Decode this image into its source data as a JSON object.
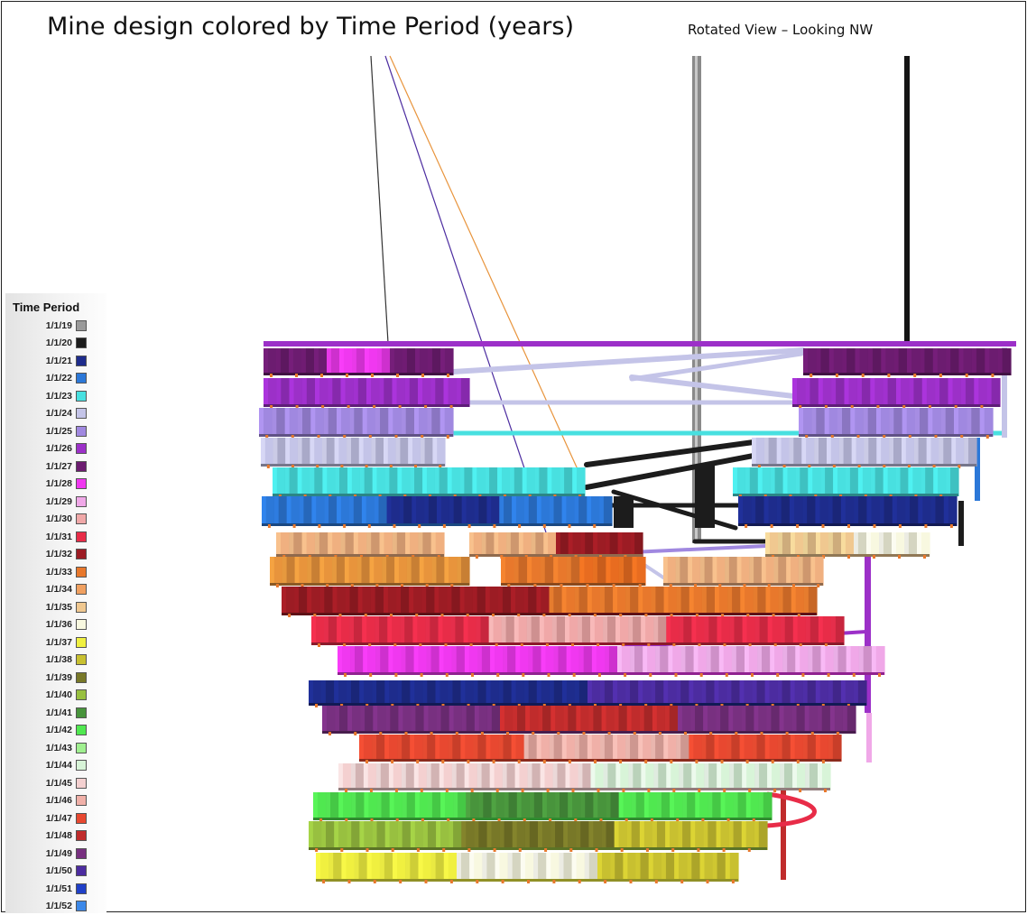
{
  "title": "Mine design colored by Time Period (years)",
  "subtitle": "Rotated View – Looking NW",
  "legend": {
    "title": "Time Period",
    "items": [
      {
        "label": "1/1/19",
        "color": "#9a9a9a"
      },
      {
        "label": "1/1/20",
        "color": "#1c1c1c"
      },
      {
        "label": "1/1/21",
        "color": "#1e2c8c"
      },
      {
        "label": "1/1/22",
        "color": "#2c78d8"
      },
      {
        "label": "1/1/23",
        "color": "#48e0e0"
      },
      {
        "label": "1/1/24",
        "color": "#c4c4e8"
      },
      {
        "label": "1/1/25",
        "color": "#a088e0"
      },
      {
        "label": "1/1/26",
        "color": "#9c30c8"
      },
      {
        "label": "1/1/27",
        "color": "#6c1c70"
      },
      {
        "label": "1/1/28",
        "color": "#f038f0"
      },
      {
        "label": "1/1/29",
        "color": "#f0a8e8"
      },
      {
        "label": "1/1/30",
        "color": "#f0a8a8"
      },
      {
        "label": "1/1/31",
        "color": "#e82c48"
      },
      {
        "label": "1/1/32",
        "color": "#9c1c24"
      },
      {
        "label": "1/1/33",
        "color": "#e8782c"
      },
      {
        "label": "1/1/34",
        "color": "#f0a060"
      },
      {
        "label": "1/1/35",
        "color": "#f0c890"
      },
      {
        "label": "1/1/36",
        "color": "#f8f8e0"
      },
      {
        "label": "1/1/37",
        "color": "#f0f040"
      },
      {
        "label": "1/1/38",
        "color": "#c8c030"
      },
      {
        "label": "1/1/39",
        "color": "#787828"
      },
      {
        "label": "1/1/40",
        "color": "#98c040"
      },
      {
        "label": "1/1/41",
        "color": "#48943c"
      },
      {
        "label": "1/1/42",
        "color": "#50e850"
      },
      {
        "label": "1/1/43",
        "color": "#a0f090"
      },
      {
        "label": "1/1/44",
        "color": "#d8f4d8"
      },
      {
        "label": "1/1/45",
        "color": "#f4d0d0"
      },
      {
        "label": "1/1/46",
        "color": "#f0b0a8"
      },
      {
        "label": "1/1/47",
        "color": "#e84830"
      },
      {
        "label": "1/1/48",
        "color": "#c02c2c"
      },
      {
        "label": "1/1/49",
        "color": "#783080"
      },
      {
        "label": "1/1/50",
        "color": "#4c2ca0"
      },
      {
        "label": "1/1/51",
        "color": "#2040c8"
      },
      {
        "label": "1/1/52",
        "color": "#3c88e8"
      }
    ]
  },
  "levels": [
    {
      "segments": [
        {
          "c": [
            "#6c1c70",
            "#f038f0",
            "#6c1c70"
          ]
        },
        {
          "c": [
            "#6c1c70"
          ]
        }
      ]
    },
    {
      "segments": [
        {
          "c": [
            "#9c30c8"
          ]
        },
        {
          "c": [
            "#9c30c8"
          ]
        }
      ]
    },
    {
      "segments": [
        {
          "c": [
            "#a088e0"
          ]
        },
        {
          "c": [
            "#a088e0"
          ]
        }
      ]
    },
    {
      "segments": [
        {
          "c": [
            "#c4c4e8"
          ]
        },
        {
          "c": [
            "#c4c4e8"
          ]
        }
      ]
    },
    {
      "segments": [
        {
          "c": [
            "#48e0e0"
          ]
        },
        {
          "c": [
            "#48e0e0"
          ]
        }
      ]
    },
    {
      "segments": [
        {
          "c": [
            "#2c78d8",
            "#1e2c8c",
            "#2c78d8"
          ]
        },
        {
          "c": [
            "#1e2c8c"
          ]
        }
      ]
    },
    {
      "segments": [
        {
          "c": [
            "#f0b080"
          ]
        },
        {
          "c": [
            "#f0b080",
            "#9c1c24"
          ]
        },
        {
          "c": [
            "#f0c890",
            "#f8f8e0"
          ]
        }
      ]
    },
    {
      "segments": [
        {
          "c": [
            "#e8943c"
          ]
        },
        {
          "c": [
            "#e8782c",
            "#e86c20"
          ]
        },
        {
          "c": [
            "#f0b080"
          ]
        }
      ]
    },
    {
      "segments": [
        {
          "c": [
            "#9c1c24",
            "#e8782c"
          ]
        }
      ]
    },
    {
      "segments": [
        {
          "c": [
            "#e82c48",
            "#f0a8a8",
            "#e82c48"
          ]
        }
      ]
    },
    {
      "segments": [
        {
          "c": [
            "#f038f0",
            "#f0a8e8"
          ]
        }
      ]
    },
    {
      "segments": [
        {
          "c": [
            "#1e2c8c",
            "#4c2ca0"
          ]
        }
      ]
    },
    {
      "segments": [
        {
          "c": [
            "#783080",
            "#c02c2c",
            "#783080"
          ]
        }
      ]
    },
    {
      "segments": [
        {
          "c": [
            "#e84830",
            "#f0b0a8",
            "#e84830"
          ]
        }
      ]
    },
    {
      "segments": [
        {
          "c": [
            "#f4d0d0",
            "#d8f4d8"
          ]
        }
      ]
    },
    {
      "segments": [
        {
          "c": [
            "#50e850",
            "#48943c",
            "#50e850"
          ]
        }
      ]
    },
    {
      "segments": [
        {
          "c": [
            "#98c040",
            "#787828",
            "#c8c030"
          ]
        }
      ]
    },
    {
      "segments": [
        {
          "c": [
            "#f0f040",
            "#f8f8e0",
            "#c8c030"
          ]
        }
      ]
    }
  ]
}
